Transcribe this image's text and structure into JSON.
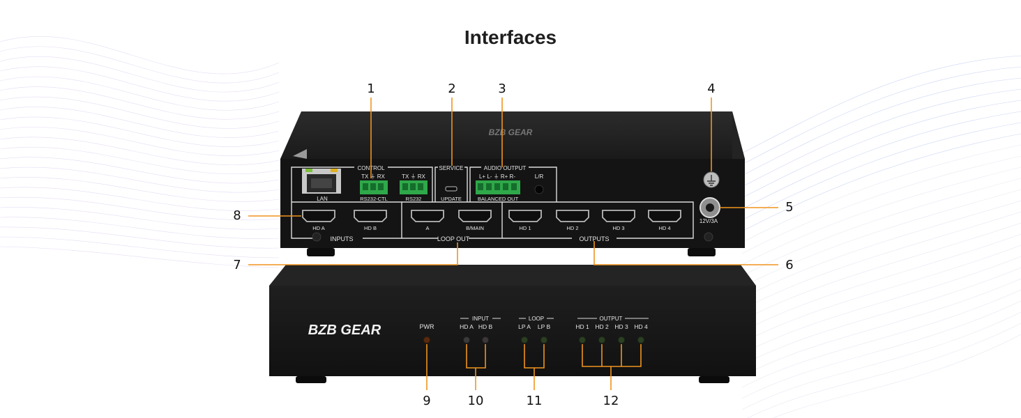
{
  "title": "Interfaces",
  "colors": {
    "accent": "#f0941e",
    "device": "#1d1d1d",
    "panel": "#141414",
    "silk": "#e6e6e6",
    "wave": "#b59ae0"
  },
  "callouts": [
    "1",
    "2",
    "3",
    "4",
    "5",
    "6",
    "7",
    "8",
    "9",
    "10",
    "11",
    "12"
  ],
  "rear": {
    "brand_logo": "BZB GEAR",
    "sections": {
      "control": "CONTROL",
      "service": "SERVICE",
      "audio_output": "AUDIO OUTPUT"
    },
    "lan": "LAN",
    "rs232_ctl_pins": "TX  ⏚  RX",
    "rs232_ctl": "RS232-CTL",
    "rs232_pins": "TX  ⏚  RX",
    "rs232": "RS232",
    "update": "UPDATE",
    "audio_pins": "L+  L-  ⏚  R+  R-",
    "balanced_out": "BALANCED OUT",
    "lr": "L/R",
    "power": "12V/3A",
    "hdmi": [
      "HD A",
      "HD B",
      "A",
      "B/MAIN",
      "HD 1",
      "HD 2",
      "HD 3",
      "HD 4"
    ],
    "groups": {
      "inputs": "INPUTS",
      "loop_out": "LOOP  OUT",
      "outputs": "OUTPUTS"
    }
  },
  "front": {
    "logo": "BZB GEAR",
    "pwr": "PWR",
    "input_group": "INPUT",
    "input_leds": [
      "HD A",
      "HD B"
    ],
    "loop_group": "LOOP",
    "loop_leds": [
      "LP A",
      "LP B"
    ],
    "output_group": "OUTPUT",
    "output_leds": [
      "HD 1",
      "HD 2",
      "HD 3",
      "HD 4"
    ]
  }
}
